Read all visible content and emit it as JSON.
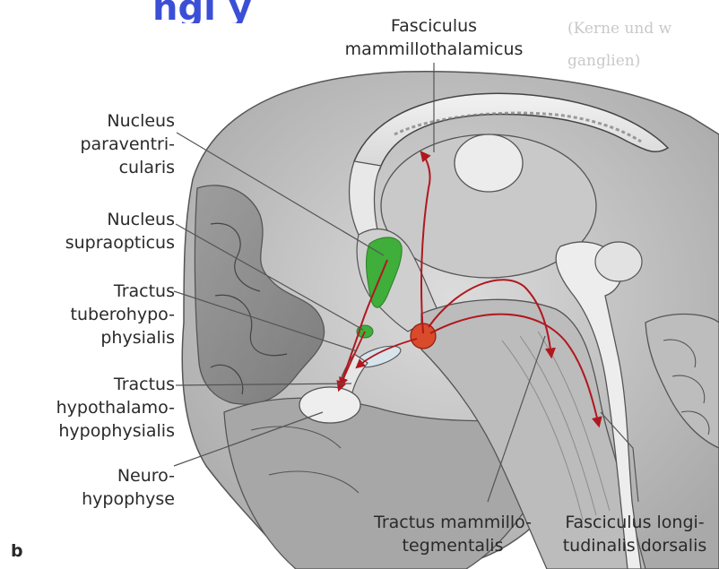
{
  "figure_letter": "b",
  "labels": {
    "fasciculus_mammillothalamicus": [
      "Fasciculus",
      "mammillothalamicus"
    ],
    "nucleus_paraventricularis": [
      "Nucleus",
      "paraventri-",
      "cularis"
    ],
    "nucleus_supraopticus": [
      "Nucleus",
      "supraopticus"
    ],
    "tractus_tuberohypophysialis": [
      "Tractus",
      "tuberohypo-",
      "physialis"
    ],
    "tractus_hypothalamohypophysialis": [
      "Tractus",
      "hypothalamo-",
      "hypophysialis"
    ],
    "neurohypophyse": [
      "Neuro-",
      "hypophyse"
    ],
    "tractus_mammillotegmentalis": [
      "Tractus mammillo-",
      "tegmentalis"
    ],
    "fasciculus_longitudinalis_dorsalis": [
      "Fasciculus longi-",
      "tudinalis dorsalis"
    ]
  },
  "background_text": {
    "right_column": [
      "(Kerne und w",
      "ganglien)",
      "",
      "",
      "",
      "",
      "",
      "",
      "",
      "",
      "",
      "",
      "",
      "",
      "",
      "",
      "",
      "",
      ""
    ],
    "title_fragment": "ngl            y"
  },
  "colors": {
    "tract": "#b0181f",
    "nucleus_green": "#3fae3a",
    "mammillary_red": "#d94b2b",
    "title_blue": "#3b4fd6"
  }
}
